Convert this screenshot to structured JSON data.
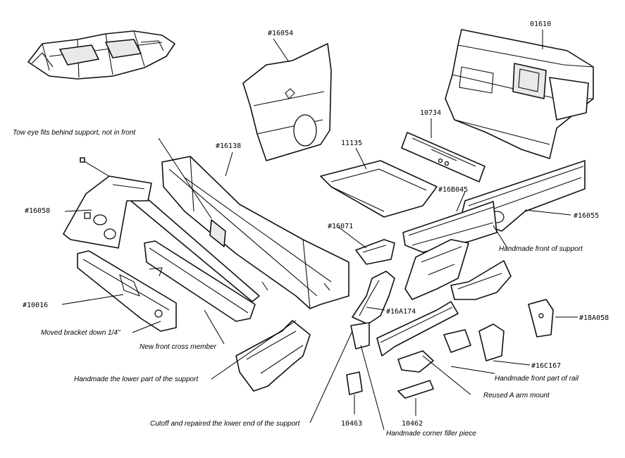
{
  "part_labels": {
    "p01610": "01610",
    "p16054": "#16054",
    "p10734": "10734",
    "p11135": "11135",
    "p16138": "#16138",
    "p16B045": "#16B045",
    "p16058": "#16058",
    "p16055": "#16055",
    "p16071": "#16071",
    "p10016": "#10016",
    "p16A174": "#16A174",
    "p18A058": "#18A058",
    "p16C167": "#16C167",
    "p10463": "10463",
    "p10462": "10462"
  },
  "notes": {
    "tow_eye": "Tow eye fits behind support, not in front",
    "handmade_front_support": "Handmade front of support",
    "moved_bracket": "Moved bracket down 1/4\"",
    "new_cross_member": "New front cross member",
    "handmade_lower_support": "Handmade the lower part of the support",
    "handmade_front_rail": "Handmade front part of rail",
    "reused_a_arm": "Reused A arm mount",
    "cutoff_repaired": "Cutoff and repaired the lower end of the support",
    "handmade_corner_filler": "Handmade corner filler piece"
  }
}
